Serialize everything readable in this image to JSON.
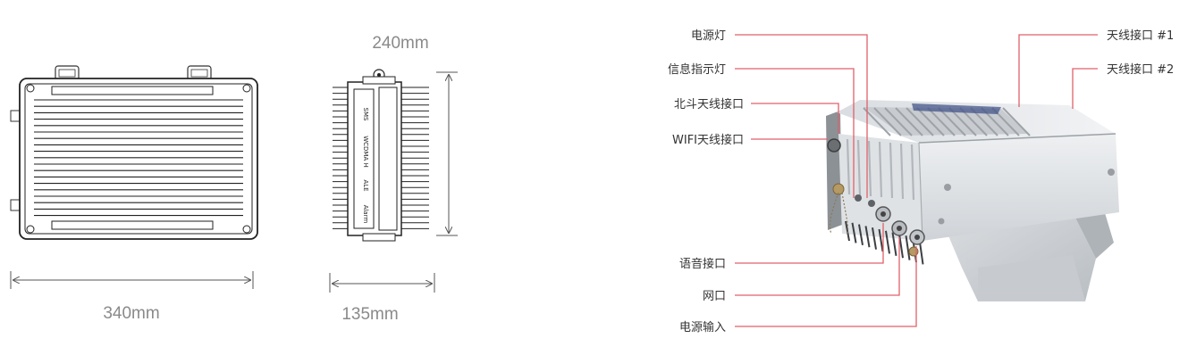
{
  "dimensions": {
    "width_label": "340mm",
    "depth_label": "135mm",
    "height_label": "240mm"
  },
  "side_labels": [
    "SMS",
    "WCDMA H",
    "ALE",
    "Alarm"
  ],
  "callouts_left": [
    "电源灯",
    "信息指示灯",
    "北斗天线接口",
    "WIFI天线接口",
    "语音接口",
    "网口",
    "电源输入"
  ],
  "callouts_right": [
    "天线接口 #1",
    "天线接口 #2"
  ],
  "colors": {
    "leader_line": "#e0606a",
    "dimension_text": "#8a8a8a",
    "callout_text": "#333333",
    "device_body": "#e6e8ea",
    "device_line": "#333333"
  }
}
